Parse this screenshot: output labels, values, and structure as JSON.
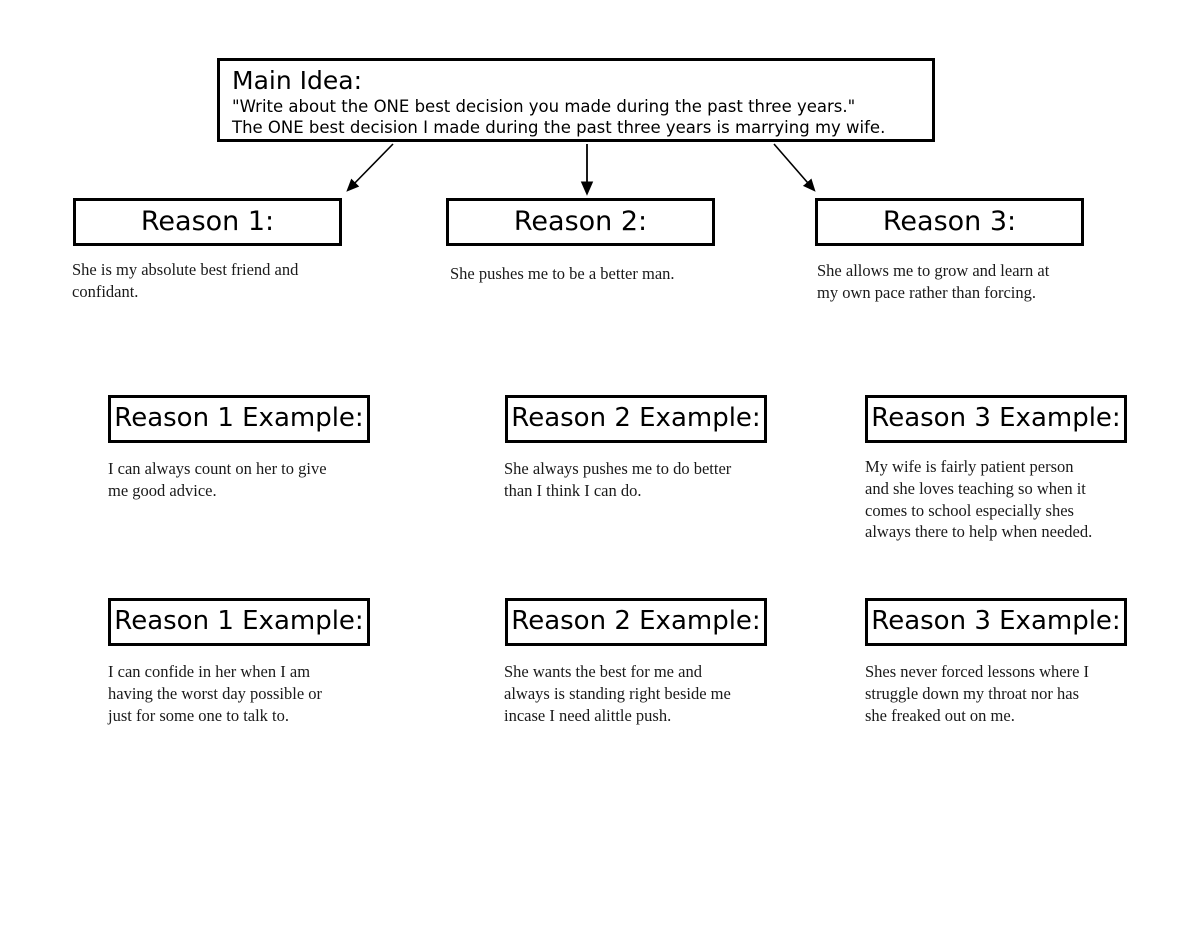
{
  "document": {
    "title": "Main Idea Essay Planning Graphic Organizer"
  },
  "main_idea": {
    "label": "Main Idea:",
    "prompt_line": "\"Write about the ONE best decision you made during the past three years.\"",
    "answer_line": "The ONE best decision I made during the past three years is marrying my wife."
  },
  "reasons": [
    {
      "heading": "Reason 1:",
      "text": "She is my absolute best friend and\nconfidant."
    },
    {
      "heading": "Reason 2:",
      "text": "She pushes me to be a better man."
    },
    {
      "heading": "Reason 3:",
      "text": "She allows me to grow and learn at\nmy own pace rather than forcing."
    }
  ],
  "examples_row1": [
    {
      "heading": "Reason 1 Example:",
      "text": "I can always count on her to give\nme good advice."
    },
    {
      "heading": "Reason 2 Example:",
      "text": "She always pushes me to do better\nthan I think I can do."
    },
    {
      "heading": "Reason 3 Example:",
      "text": "My wife is fairly patient person\nand she loves teaching so when it\ncomes to school especially shes\nalways there to help when needed."
    }
  ],
  "examples_row2": [
    {
      "heading": "Reason 1 Example:",
      "text": "I can confide in her when I am\nhaving the worst day possible or\njust for some one to talk to."
    },
    {
      "heading": "Reason 2 Example:",
      "text": "She wants the best for me and\nalways is standing right beside me\nincase I need alittle push."
    },
    {
      "heading": "Reason 3 Example:",
      "text": "Shes never forced lessons where I\nstruggle down my throat nor has\nshe freaked out on me."
    }
  ],
  "connectors": {
    "left_arrow": "arrow-down-left-icon",
    "center_arrow": "arrow-down-icon",
    "right_arrow": "arrow-down-right-icon"
  },
  "colors": {
    "border": "#000000",
    "text": "#000000",
    "body_text": "#1a1a1a",
    "background": "#ffffff"
  }
}
